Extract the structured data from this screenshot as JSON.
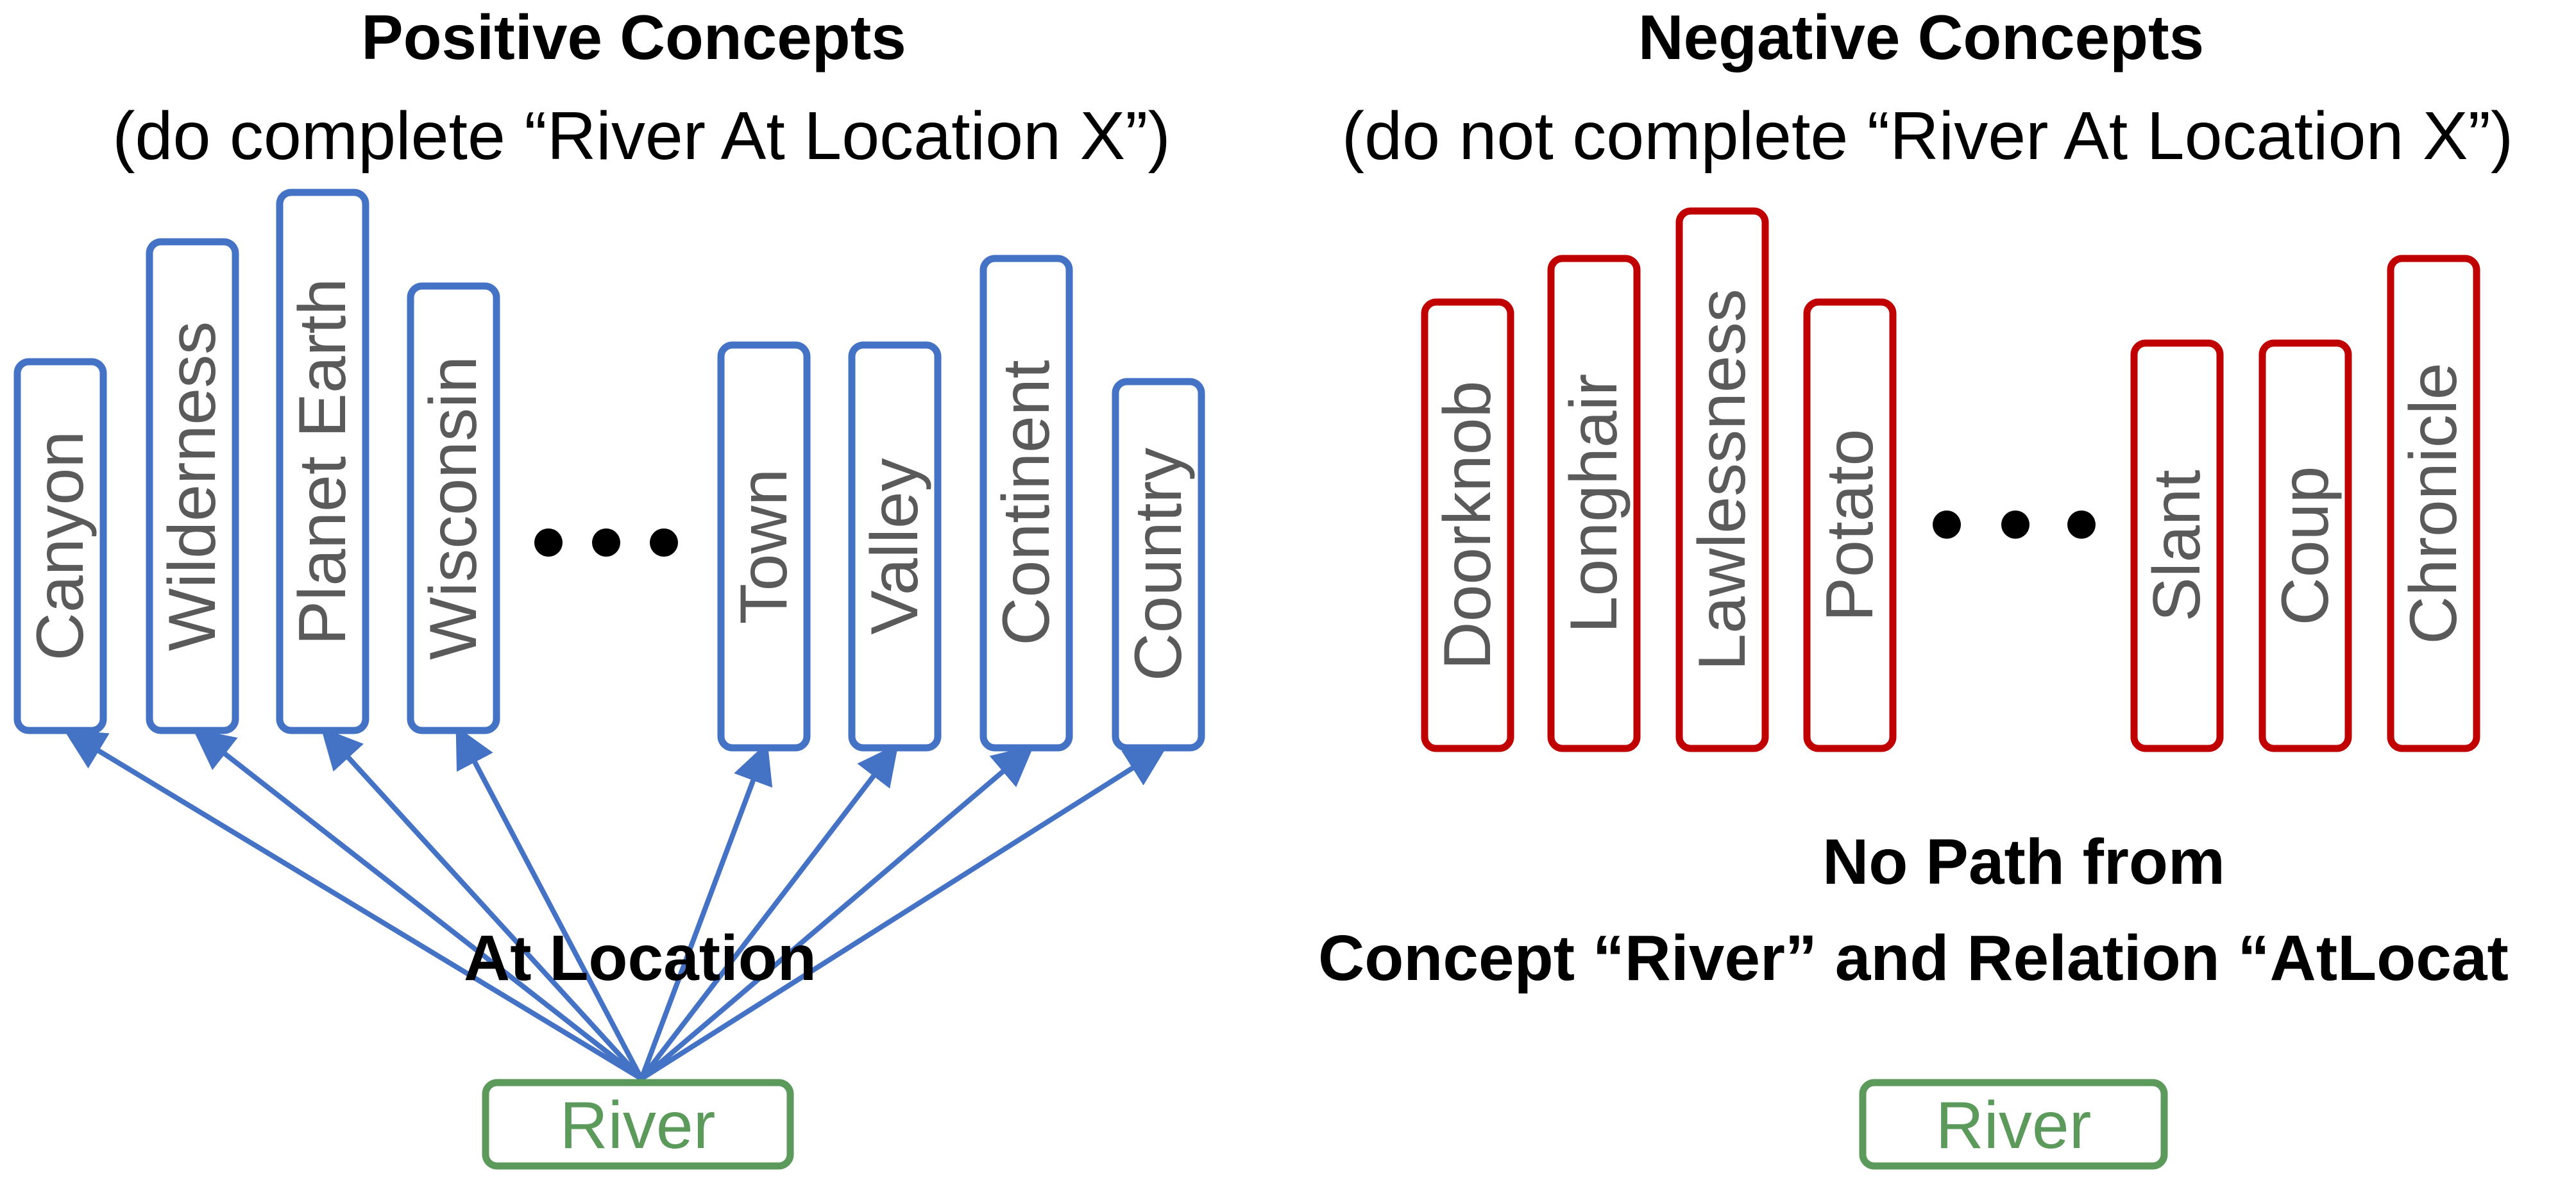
{
  "positive": {
    "title": "Positive Concepts",
    "subtitle": "(do complete “River At Location X”)",
    "concepts": [
      "Canyon",
      "Wilderness",
      "Planet Earth",
      "Wisconsin",
      "Town",
      "Valley",
      "Continent",
      "Country"
    ],
    "relation_label": "At Location",
    "source_concept": "River",
    "ellipsis": "• • •"
  },
  "negative": {
    "title": "Negative Concepts",
    "subtitle": "(do not complete “River At Location X”)",
    "concepts": [
      "Doorknob",
      "Longhair",
      "Lawlessness",
      "Potato",
      "Slant",
      "Coup",
      "Chronicle"
    ],
    "no_path_line1": "No Path from",
    "no_path_line2": "Concept “River” and Relation “AtLocat",
    "source_concept": "River",
    "ellipsis": "• • •"
  },
  "colors": {
    "positive": "#4472c4",
    "negative": "#c00000",
    "source": "#5b9a5b",
    "concept_text": "#5a5a5a"
  }
}
